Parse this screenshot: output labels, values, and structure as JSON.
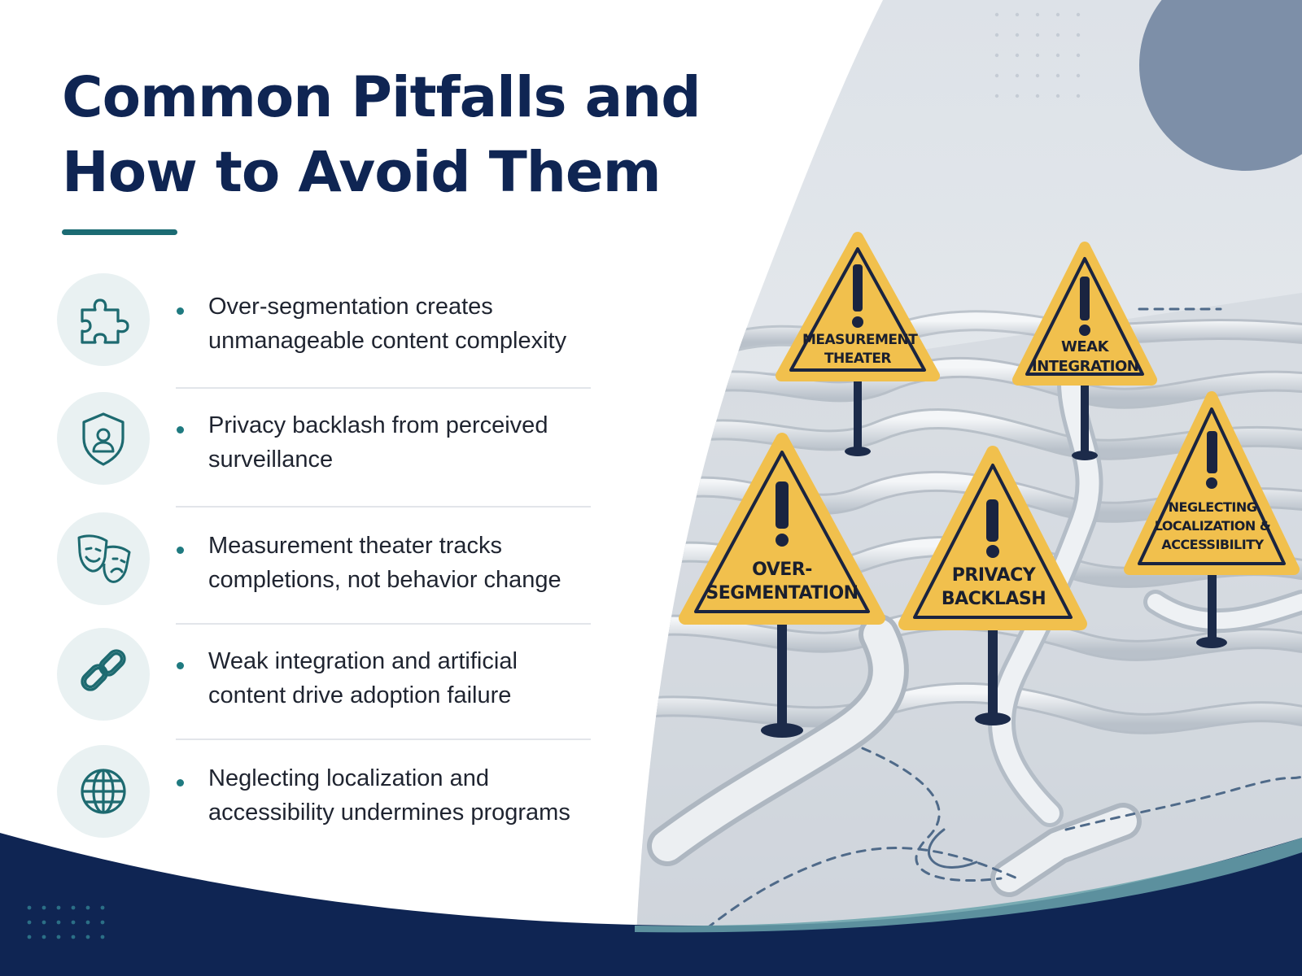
{
  "slide": {
    "title_line1": "Common Pitfalls and",
    "title_line2": "How to Avoid Them"
  },
  "pitfalls": [
    {
      "icon": "puzzle-piece-icon",
      "text": "Over-segmentation creates unmanageable content complexity"
    },
    {
      "icon": "shield-user-icon",
      "text": "Privacy backlash from perceived surveillance"
    },
    {
      "icon": "theater-masks-icon",
      "text": "Measurement theater tracks completions, not behavior change"
    },
    {
      "icon": "chain-link-icon",
      "text": "Weak integration and artificial content drive adoption failure"
    },
    {
      "icon": "globe-icon",
      "text": "Neglecting localization and accessibility undermines programs"
    }
  ],
  "signs": {
    "measurement": "MEASUREMENT THEATER",
    "weak": "WEAK INTEGRATION",
    "over": "OVER-SEGMENTATION",
    "privacy": "PRIVACY BACKLASH",
    "neglecting": "NEGLECTING LOCALIZATION & ACCESSIBILITY"
  },
  "colors": {
    "title": "#0f2553",
    "accent": "#1b6b73",
    "sign_yellow": "#f1c04d",
    "sign_border": "#1a2440",
    "footer_navy": "#0f2553"
  }
}
